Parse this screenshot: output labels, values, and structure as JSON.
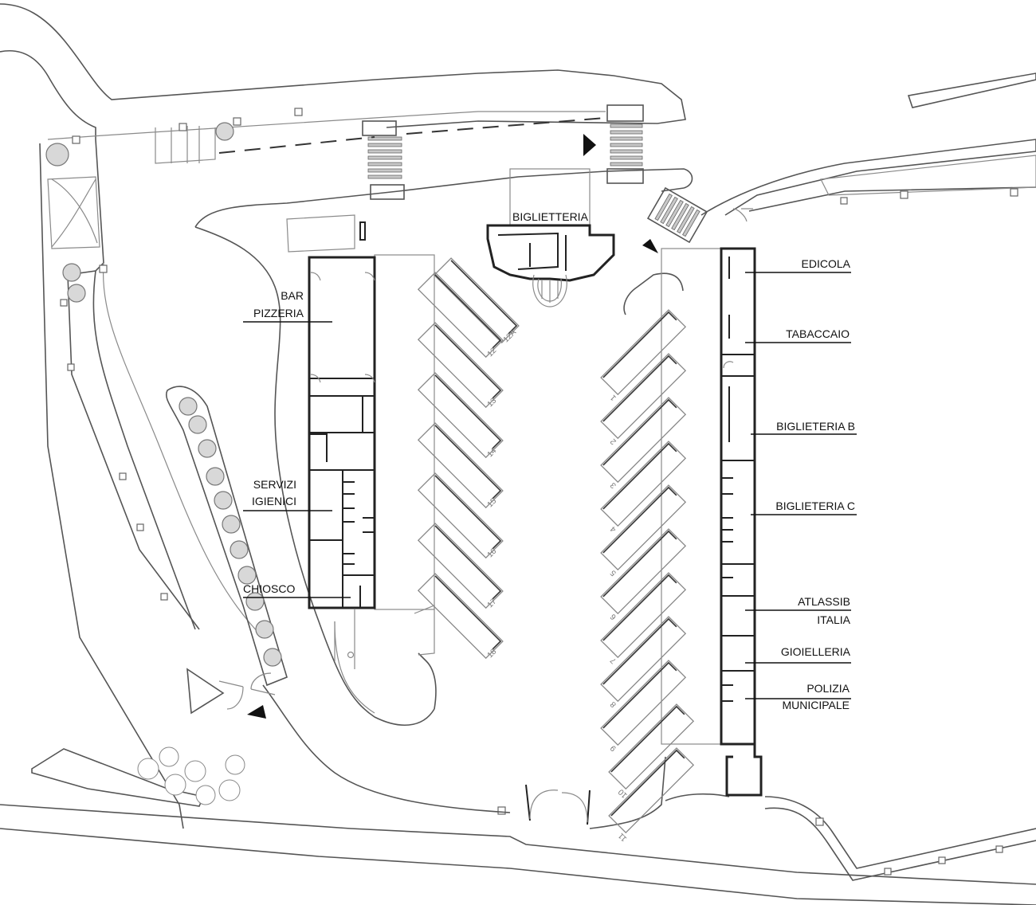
{
  "labels": {
    "biglietteria": "BIGLIETTERIA",
    "bar_line1": "BAR",
    "bar_line2": "PIZZERIA",
    "servizi_line1": "SERVIZI",
    "servizi_line2": "IGIENICI",
    "chiosco": "CHIOSCO",
    "edicola": "EDICOLA",
    "tabaccaio": "TABACCAIO",
    "biglieteria_b": "BIGLIETERIA B",
    "biglieteria_c": "BIGLIETERIA C",
    "atlassib_line1": "ATLASSIB",
    "atlassib_line2": "ITALIA",
    "gioielleria": "GIOIELLERIA",
    "polizia_line1": "POLIZIA",
    "polizia_line2": "MUNICIPALE"
  },
  "bays": {
    "left": [
      "12A",
      "12",
      "13",
      "14",
      "15",
      "16",
      "17",
      "18"
    ],
    "right": [
      "1",
      "2",
      "3",
      "4",
      "5",
      "6",
      "7",
      "8",
      "9",
      "10",
      "11"
    ]
  }
}
